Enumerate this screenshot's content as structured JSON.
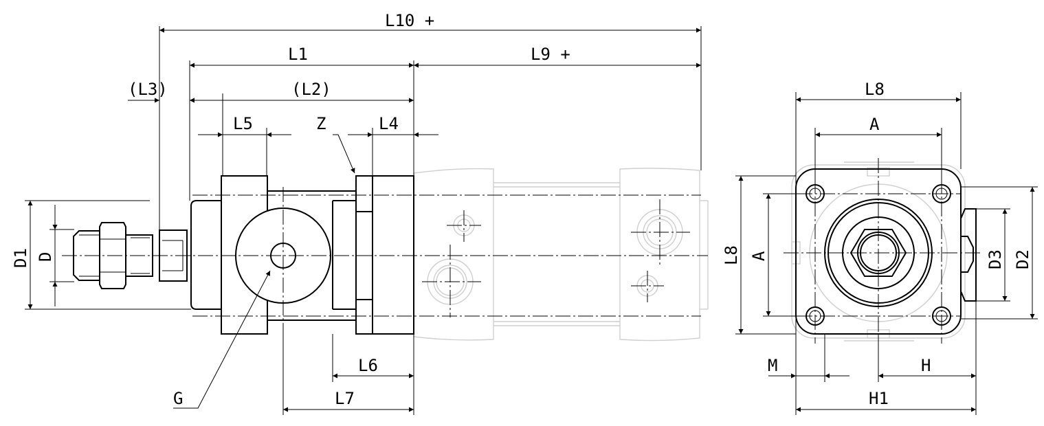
{
  "colors": {
    "line": "#000000",
    "background": "#ffffff",
    "ghost": "#cfcfcf"
  },
  "side_view": {
    "dims": {
      "L10": "L10 +",
      "L1": "L1",
      "L9": "L9 +",
      "L3": "(L3)",
      "L2": "(L2)",
      "L5": "L5",
      "Z": "Z",
      "L4": "L4",
      "D1": "D1",
      "D": "D",
      "L6": "L6",
      "L7": "L7",
      "G": "G"
    }
  },
  "end_view": {
    "dims": {
      "L8_top": "L8",
      "A_top": "A",
      "L8_side": "L8",
      "A_side": "A",
      "D3": "D3",
      "D2": "D2",
      "M": "M",
      "H": "H",
      "H1": "H1"
    }
  }
}
